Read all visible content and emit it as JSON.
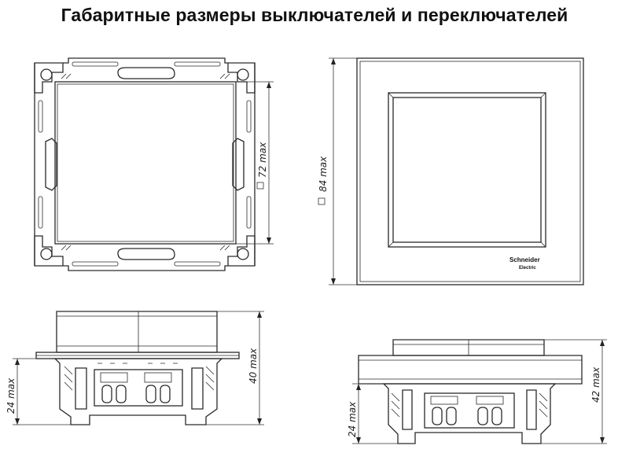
{
  "title": "Габаритные размеры выключателей и переключателей",
  "dimensions": {
    "mechanism_square": "72 max",
    "frame_square": "84 max",
    "mechanism_height_total": "40 max",
    "mechanism_depth": "24 max",
    "frame_height_total": "42 max",
    "frame_depth": "24 max"
  },
  "brand": {
    "line1": "Schneider",
    "line2": "Electric"
  },
  "colors": {
    "line": "#2a2a2a",
    "background": "#ffffff"
  }
}
